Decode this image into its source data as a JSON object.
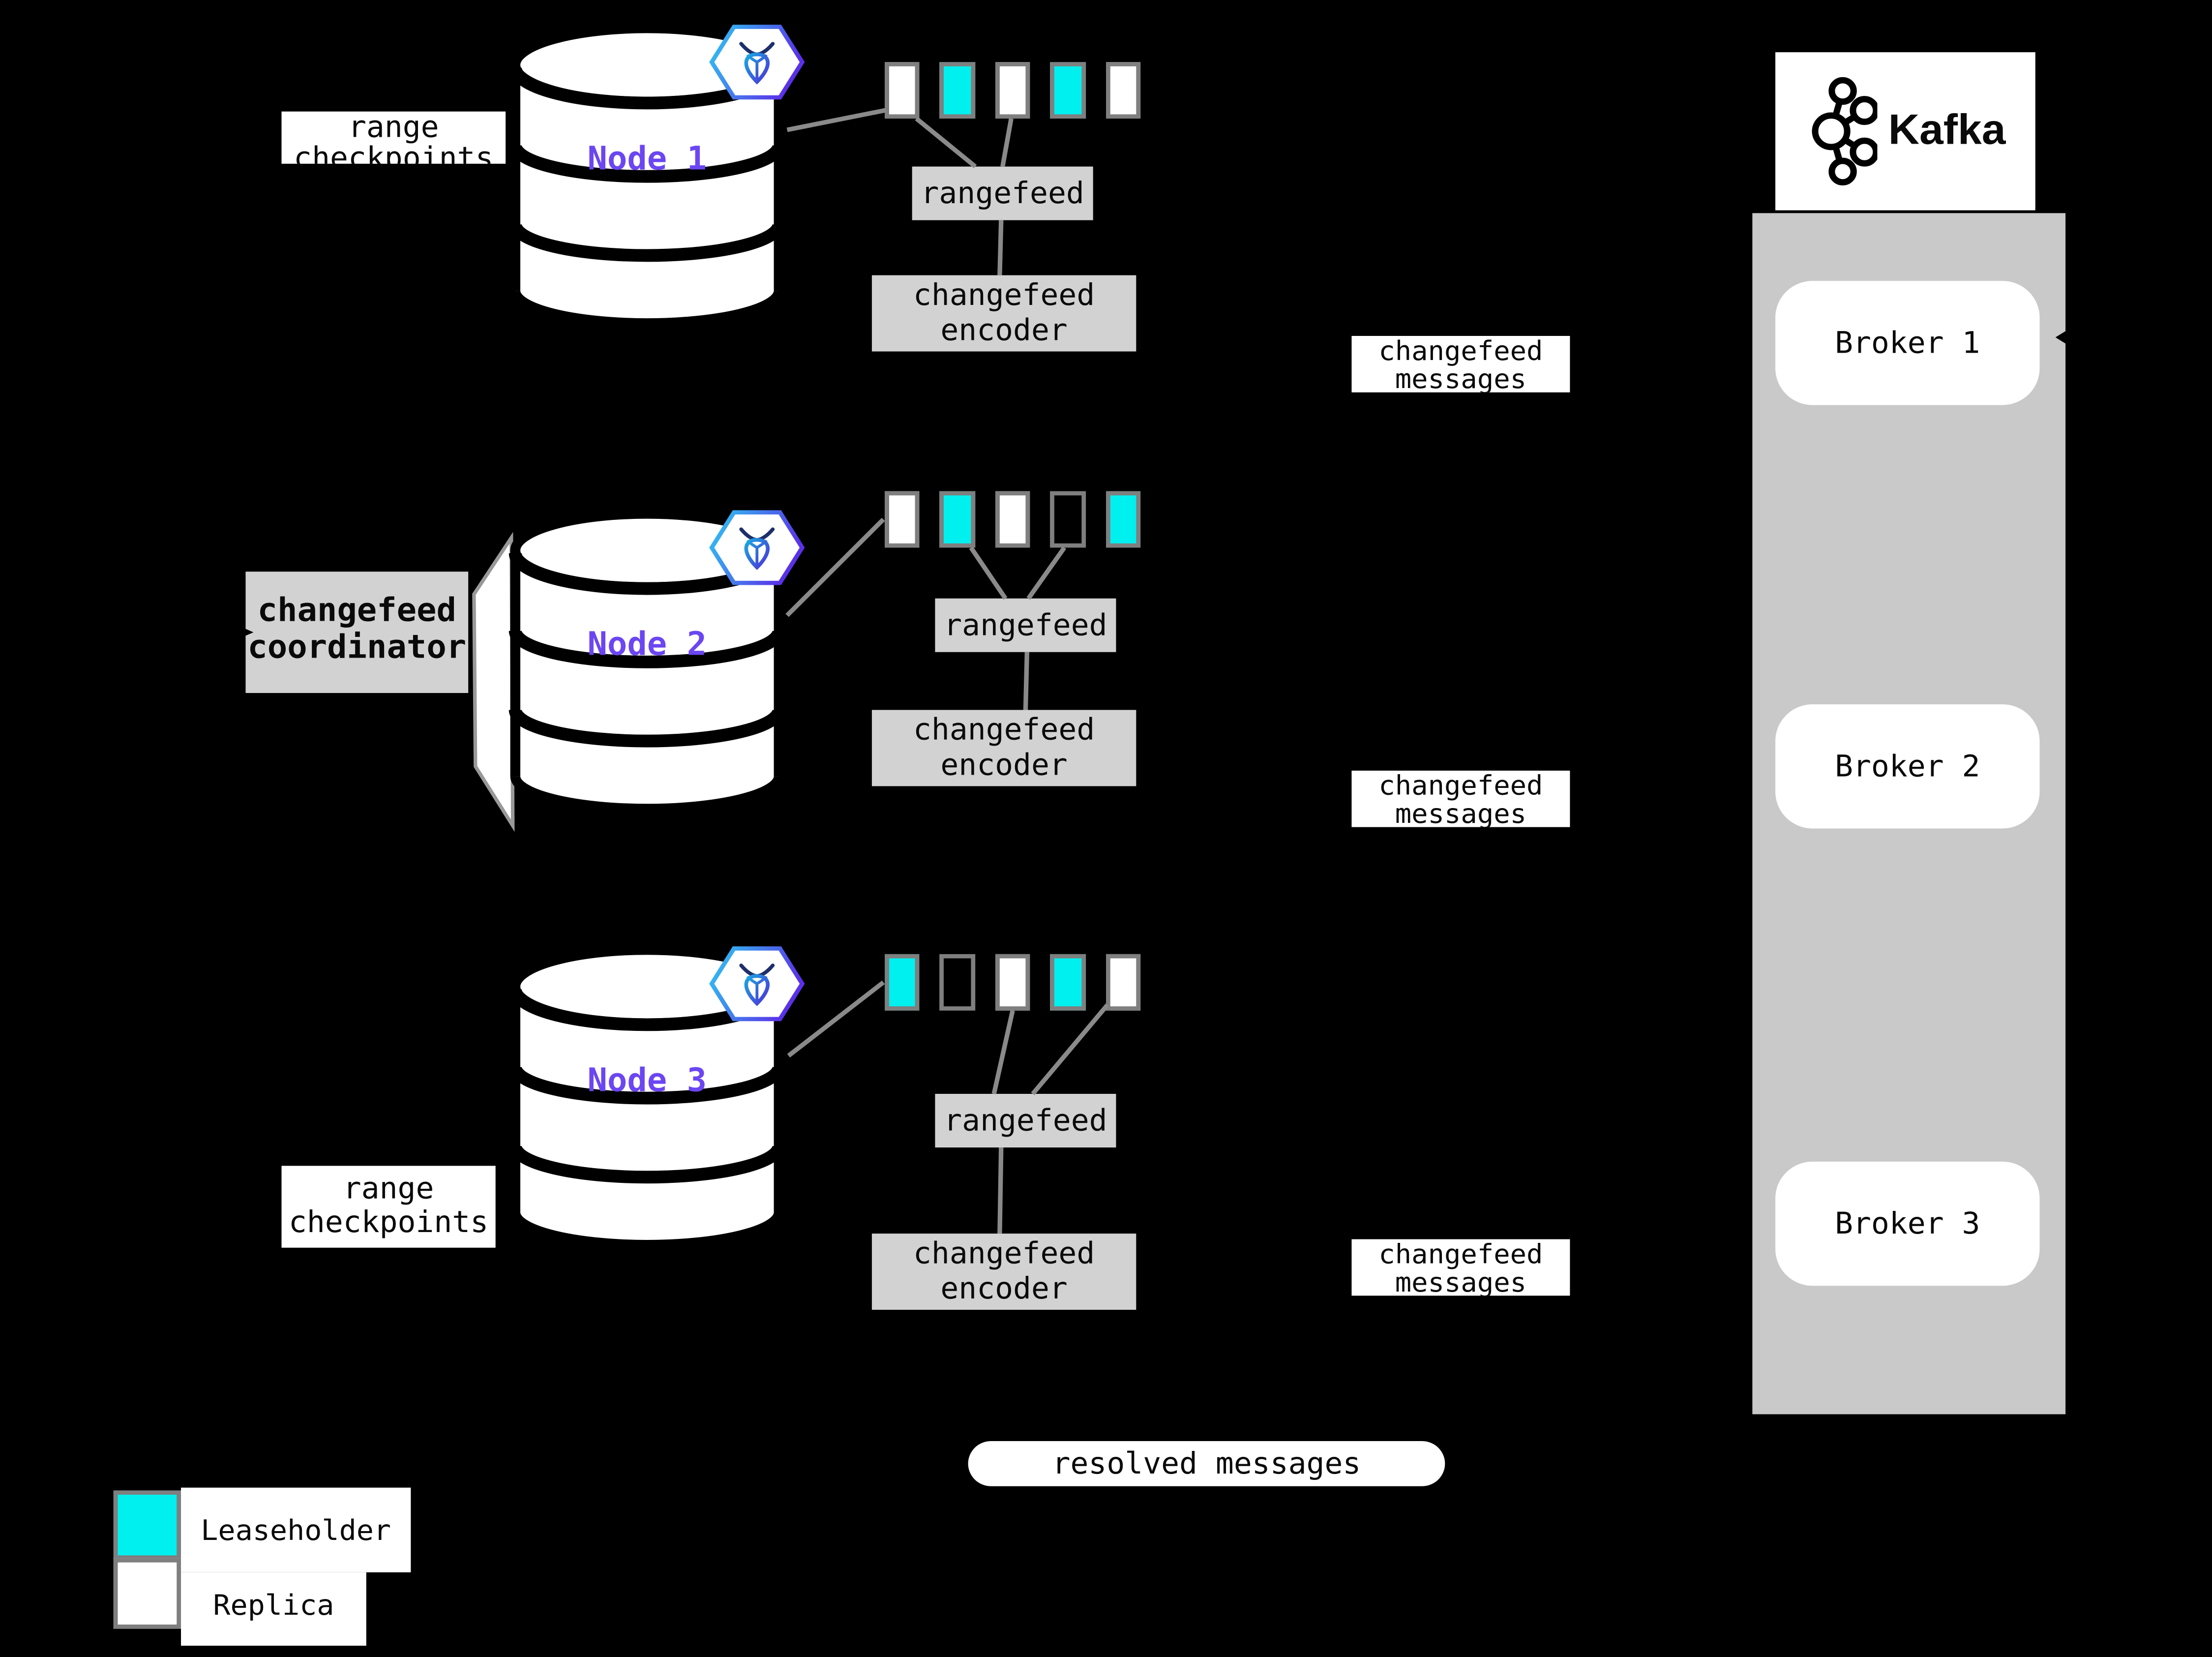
{
  "palette": {
    "background": "#000000",
    "leaseholder": "#00efef",
    "replica": "#ffffff",
    "swatch_border": "#7f7f7f",
    "box_gray": "#d2d2d2",
    "container_gray": "#c9c9c9",
    "line_gray": "#8a8a8a",
    "node_label": "#6b46f2",
    "text_dark": "#0a0a0a",
    "badge_cyan": "#2ec8f2",
    "badge_purple": "#5a31e8",
    "glyph_navy": "#1d2f6b"
  },
  "icons": {
    "node_badge": "cockroachdb-badge-icon",
    "kafka_logo": "kafka-logo-icon"
  },
  "labels": {
    "range_checkpoints": {
      "line1": "range",
      "line2": "checkpoints"
    },
    "changefeed_messages": {
      "line1": "changefeed",
      "line2": "messages"
    },
    "coordinator": {
      "line1": "changefeed",
      "line2": "coordinator"
    },
    "rangefeed": "rangefeed",
    "encoder": {
      "line1": "changefeed",
      "line2": "encoder"
    },
    "resolved": "resolved messages"
  },
  "nodes": [
    {
      "label": "Node 1",
      "ranges": [
        "replica",
        "leaseholder",
        "replica",
        "leaseholder",
        "replica"
      ]
    },
    {
      "label": "Node 2",
      "ranges": [
        "replica",
        "leaseholder",
        "replica",
        "empty",
        "leaseholder"
      ]
    },
    {
      "label": "Node 3",
      "ranges": [
        "leaseholder",
        "empty",
        "replica",
        "leaseholder",
        "replica"
      ]
    }
  ],
  "kafka": {
    "brand": "Kafka",
    "brokers": [
      "Broker 1",
      "Broker 2",
      "Broker 3"
    ]
  },
  "legend": {
    "leaseholder": "Leaseholder",
    "replica": "Replica"
  }
}
